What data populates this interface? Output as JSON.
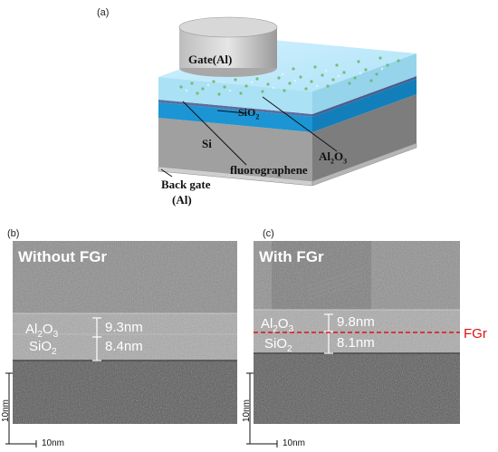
{
  "figure": {
    "panel_a": {
      "label": "(a)",
      "gate_label": "Gate(Al)",
      "sio2_label": "SiO",
      "sio2_sub": "2",
      "si_label": "Si",
      "al2o3_parts": [
        "Al",
        "2",
        "O",
        "3"
      ],
      "fluoro_label": "fluorographene",
      "backgate_line1": "Back gate",
      "backgate_line2": "(Al)"
    },
    "panel_b": {
      "label": "(b)",
      "title": "Without FGr",
      "al2o3_parts": [
        "Al",
        "2",
        "O",
        "3"
      ],
      "al2o3_thickness": "9.3nm",
      "sio2_parts": [
        "SiO",
        "2"
      ],
      "sio2_thickness": "8.4nm",
      "scale_vertical": "10nm",
      "scale_horizontal": "10nm"
    },
    "panel_c": {
      "label": "(c)",
      "title": "With FGr",
      "al2o3_parts": [
        "Al",
        "2",
        "O",
        "3"
      ],
      "al2o3_thickness": "9.8nm",
      "sio2_parts": [
        "SiO",
        "2"
      ],
      "sio2_thickness": "8.1nm",
      "fgr_label": "FGr",
      "scale_vertical": "10nm",
      "scale_horizontal": "10nm"
    },
    "colors": {
      "al2o3_layer": "#8fd6ee",
      "sio2_layer": "#1a9ad6",
      "si_layer": "#9a9a9a",
      "fgr_line": "#e01010"
    }
  }
}
